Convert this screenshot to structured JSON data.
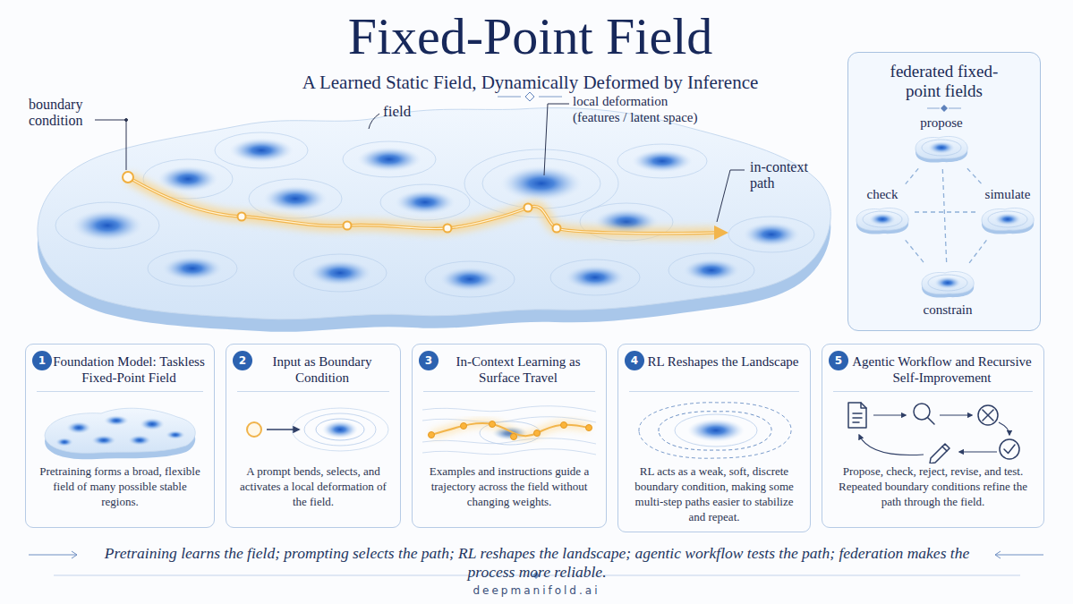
{
  "diagram": {
    "title": "Fixed-Point Field",
    "caption": "Pretraining learns the field; prompting selects the path; RL reshapes the landscape; agentic workflow tests the path; federation makes the process more reliable.",
    "nodes": [
      {
        "text": [
          "federated fixed-point fields"
        ]
      },
      {
        "text": [
          "propose"
        ],
        "in": 0
      },
      {
        "text": [
          "check"
        ],
        "in": 0
      },
      {
        "text": [
          "simulate"
        ],
        "in": 0
      },
      {
        "text": [
          "constrain"
        ],
        "in": 0
      },
      {
        "text": [
          "Foundation Model: Taskless Fixed-Point Field",
          "Pretraining forms a broad, flexible field of many possible stable regions."
        ]
      },
      {
        "text": [
          "1"
        ],
        "in": 5
      },
      {
        "text": [
          "Input as Boundary Condition",
          "A prompt bends, selects, and activates a local deformation of the field."
        ]
      },
      {
        "text": [
          "2"
        ],
        "in": 7
      },
      {
        "text": [
          "In-Context Learning as Surface Travel",
          "Examples and instructions guide a trajectory across the field without changing weights."
        ]
      },
      {
        "text": [
          "3"
        ],
        "in": 9
      },
      {
        "text": [
          "RL Reshapes the Landscape",
          "RL acts as a weak, soft, discrete boundary condition, making some multi-step paths easier to stabilize and repeat."
        ]
      },
      {
        "text": [
          "4"
        ],
        "in": 11
      },
      {
        "text": [
          "Agentic Workflow and Recursive Self-Improvement",
          "Propose, check, reject, revise, and test. Repeated boundary conditions refine the path through the field."
        ]
      },
      {
        "text": [
          "5"
        ],
        "in": 13
      }
    ],
    "edges": [
      {
        "from": 1,
        "to": 2,
        "arrow": "none"
      },
      {
        "from": 1,
        "to": 3,
        "arrow": "none"
      },
      {
        "from": 2,
        "to": 4,
        "arrow": "none"
      },
      {
        "from": 3,
        "to": 4,
        "arrow": "none"
      },
      {
        "from": 1,
        "to": 4,
        "arrow": "none"
      },
      {
        "from": 2,
        "to": 3,
        "arrow": "none"
      }
    ],
    "labels": [
      "A Learned Static Field, Dynamically Deformed by Inference",
      "boundary condition",
      "field",
      "local deformation (features / latent space)",
      "in-context path",
      "deepmanifold.ai"
    ]
  }
}
